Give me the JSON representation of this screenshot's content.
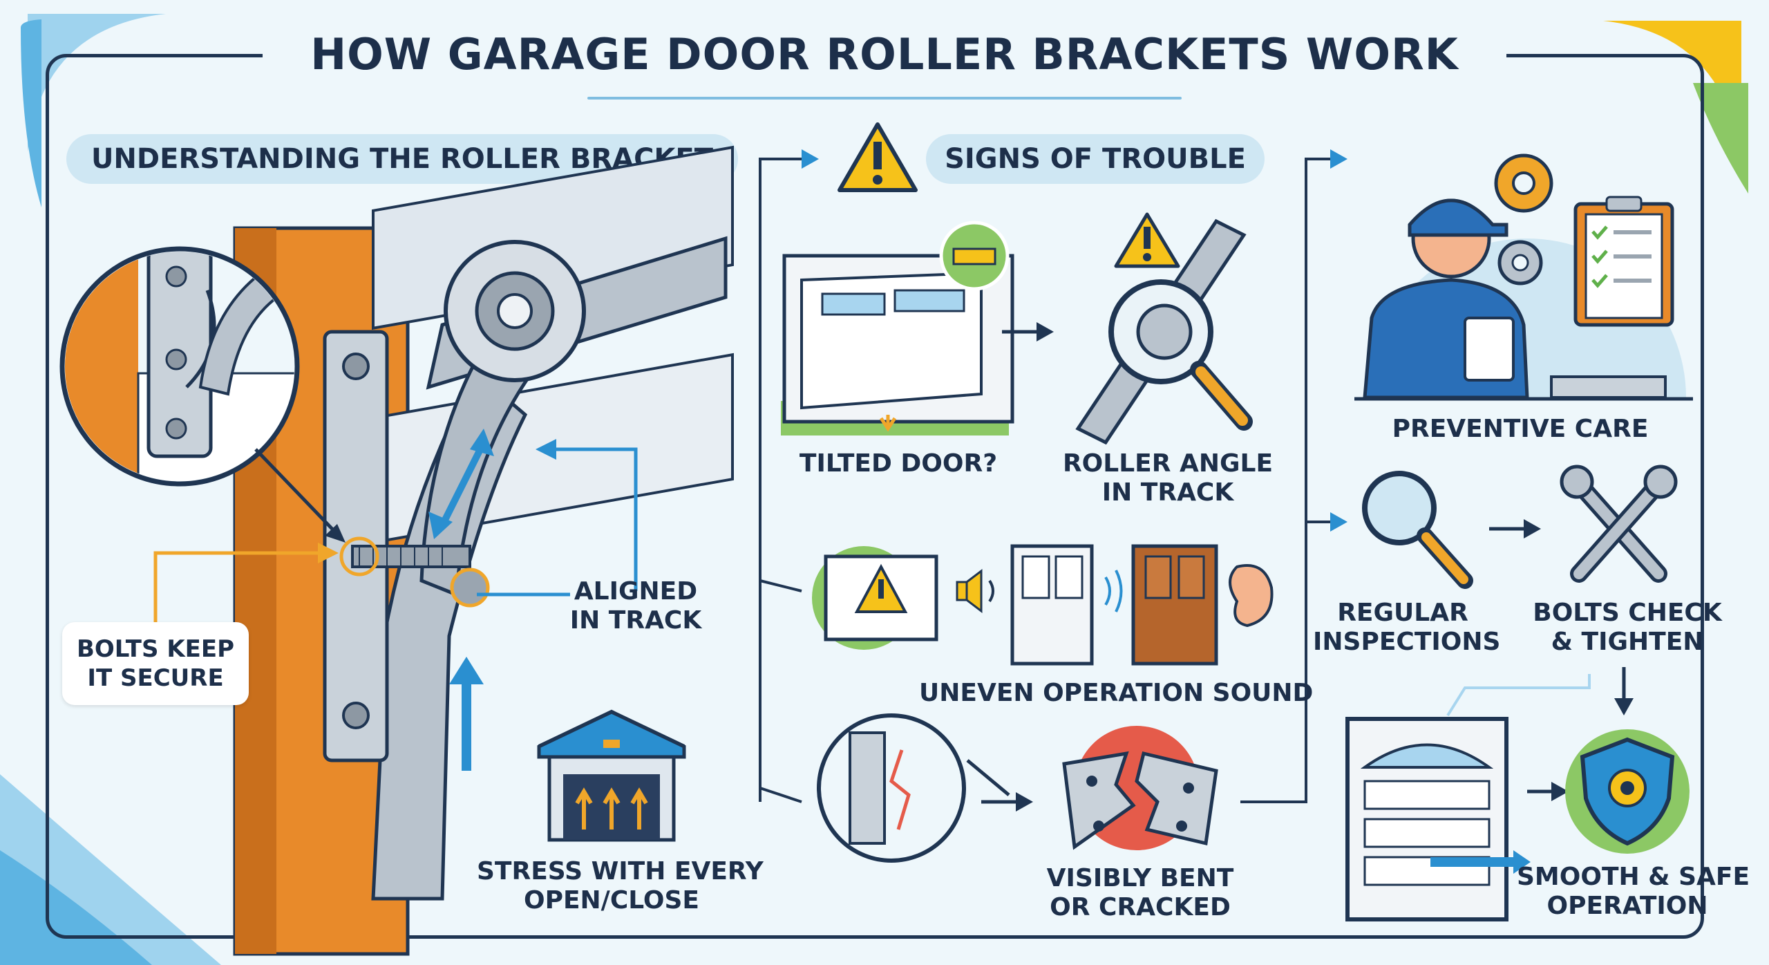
{
  "title": "HOW GARAGE DOOR ROLLER BRACKETS WORK",
  "sections": {
    "understanding": "UNDERSTANDING THE ROLLER BRACKET",
    "trouble": "SIGNS OF TROUBLE"
  },
  "bracket_callouts": {
    "bolts_line1": "BOLTS KEEP",
    "bolts_line2": "IT SECURE",
    "aligned_line1": "ALIGNED",
    "aligned_line2": "IN TRACK",
    "stress_line1": "STRESS WITH EVERY",
    "stress_line2": "OPEN/CLOSE"
  },
  "trouble_signs": {
    "tilted": "TILTED DOOR?",
    "roller_angle_line1": "ROLLER ANGLE",
    "roller_angle_line2": "IN TRACK",
    "uneven_sound": "UNEVEN OPERATION SOUND",
    "bent_line1": "VISIBLY BENT",
    "bent_line2": "OR CRACKED"
  },
  "care": {
    "preventive": "PREVENTIVE CARE",
    "inspections_line1": "REGULAR",
    "inspections_line2": "INSPECTIONS",
    "bolts_check_line1": "BOLTS CHECK",
    "bolts_check_line2": "& TIGHTEN",
    "smooth_line1": "SMOOTH & SAFE",
    "smooth_line2": "OPERATION"
  },
  "colors": {
    "navy": "#1f3552",
    "accent_blue": "#2a8fd0",
    "orange": "#e88a2a",
    "warning_yellow": "#f6c21a",
    "green": "#8cc865",
    "red": "#e55b4a",
    "steel": "#b9c3cd"
  },
  "icons": [
    "warning-icon",
    "magnifier-icon",
    "wrench-icon",
    "gear-icon",
    "clipboard-icon",
    "shield-icon",
    "speaker-icon",
    "ear-icon",
    "level-icon",
    "arrow-right-icon"
  ]
}
